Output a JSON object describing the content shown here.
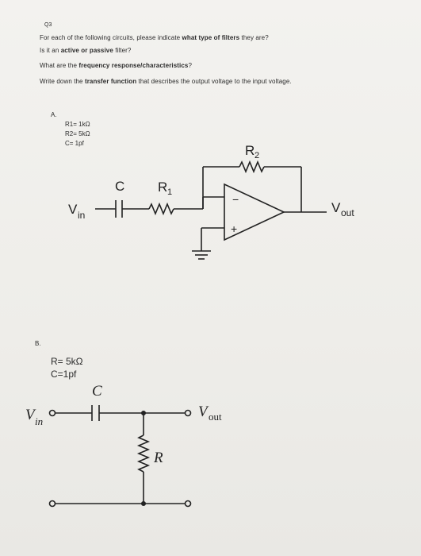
{
  "question": {
    "number": "Q3",
    "line1": "For each of the following circuits, please indicate what type of filters they are?",
    "line2": "Is it an active or passive filter?",
    "line3": "What are the frequency response/characteristics?",
    "line4": "Write down the transfer function that describes the output voltage to the input voltage."
  },
  "circuit_a": {
    "label": "A.",
    "r1_value": "R1= 1kΩ",
    "r2_value": "R2= 5kΩ",
    "c_value": "C= 1pf",
    "c_label": "C",
    "r1_label": "R",
    "r1_sub": "1",
    "r2_label": "R",
    "r2_sub": "2",
    "vin": "V",
    "vin_sub": "in",
    "vout": "V",
    "vout_sub": "out",
    "minus": "−",
    "plus": "+"
  },
  "circuit_b": {
    "label": "B.",
    "r_value": "R= 5kΩ",
    "c_value": "C=1pf",
    "c_label": "C",
    "r_label": "R",
    "vin": "V",
    "vin_sub": "in",
    "vout": "V",
    "vout_sub": "out"
  }
}
